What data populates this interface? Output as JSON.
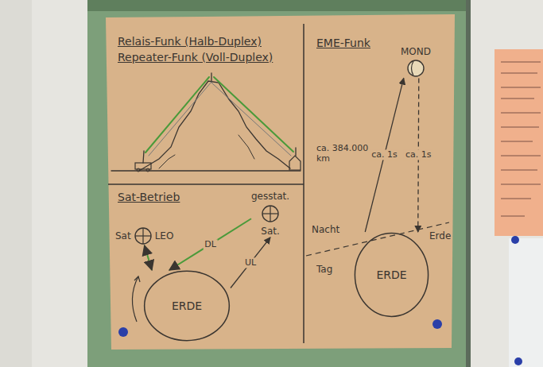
{
  "diagram": {
    "nodes": [
      {
        "text": [
          "Sat",
          "LEO"
        ]
      },
      {
        "text": [
          "gesstat.",
          "Sat."
        ]
      },
      {
        "text": [
          "ERDE"
        ]
      },
      {
        "text": [
          "MOND"
        ]
      },
      {
        "text": [
          "ERDE"
        ]
      }
    ],
    "edges": [
      {
        "from": 1,
        "to": 2,
        "label": "DL",
        "arrow": "to"
      },
      {
        "from": 2,
        "to": 1,
        "label": "UL",
        "arrow": "to"
      },
      {
        "from": 2,
        "to": 0,
        "arrow": "both"
      },
      {
        "from": 4,
        "to": 3,
        "label": "ca. 1s",
        "arrow": "to"
      },
      {
        "from": 3,
        "to": 4,
        "label": "ca. 1s",
        "arrow": "to"
      }
    ],
    "labels": [
      "Relais-Funk (Halb-Duplex)",
      "Repeater-Funk (Voll-Duplex)",
      "Sat-Betrieb",
      "EME-Funk",
      "Nacht",
      "Tag",
      "Erde",
      "ca. 384.000 km"
    ]
  }
}
